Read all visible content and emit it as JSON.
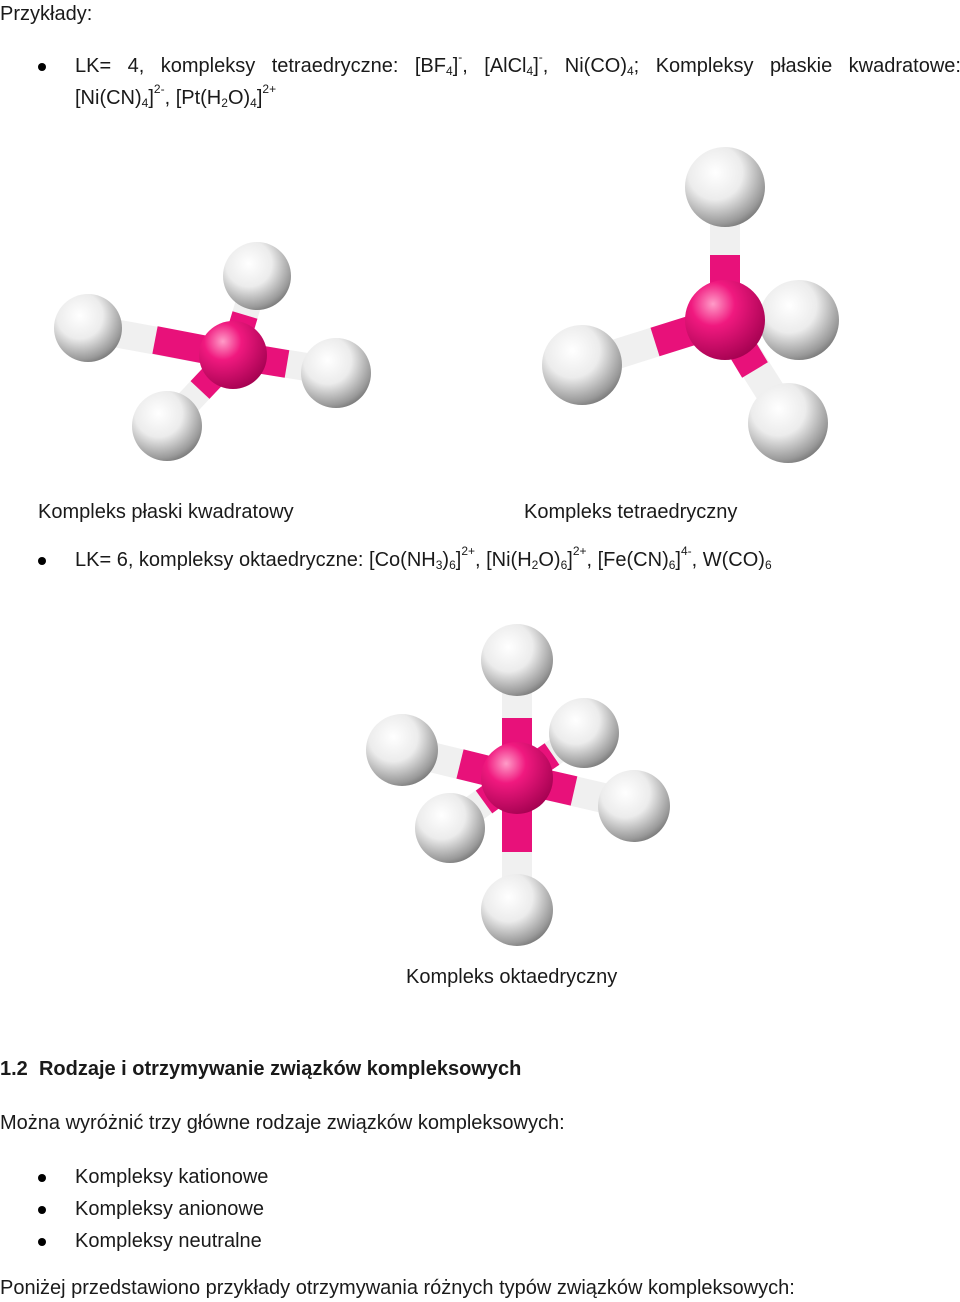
{
  "intro_label": "Przykłady:",
  "lk4": {
    "parts": [
      "LK=",
      "4,",
      "kompleksy",
      "tetraedryczne:",
      "[BF",
      "4",
      "]",
      "-",
      ",",
      "[AlCl",
      "4",
      "]",
      "-",
      ",",
      "Ni(CO)",
      "4",
      ";",
      "Kompleksy",
      "płaskie",
      "kwadratowe:"
    ],
    "line2": {
      "a": "[Ni(CN)",
      "a_sub": "4",
      "a_close": "]",
      "a_sup": "2-",
      "sep": ", [Pt(H",
      "b_sub": "2",
      "b_mid": "O)",
      "b_sub2": "4",
      "b_close": "]",
      "b_sup": "2+"
    }
  },
  "captions": {
    "square_planar": "Kompleks płaski kwadratowy",
    "tetrahedral": "Kompleks tetraedryczny",
    "octahedral": "Kompleks oktaedryczny"
  },
  "lk6": {
    "prefix": "LK= 6, kompleksy oktaedryczne: [Co(NH",
    "s1": "3",
    "m1": ")",
    "s2": "6",
    "m2": "]",
    "p1": "2+",
    "m3": ", [Ni(H",
    "s3": "2",
    "m4": "O)",
    "s4": "6",
    "m5": "]",
    "p2": "2+",
    "m6": ", [Fe(CN)",
    "s5": "6",
    "m7": "]",
    "p3": "4-",
    "m8": ", W(CO)",
    "s6": "6"
  },
  "section": {
    "number": "1.2",
    "title": "Rodzaje i otrzymywanie związków kompleksowych",
    "intro": "Można wyróżnić trzy główne rodzaje związków kompleksowych:",
    "items": [
      "Kompleksy kationowe",
      "Kompleksy anionowe",
      "Kompleksy neutralne"
    ],
    "footer": "Poniżej przedstawiono przykłady otrzymywania różnych typów związków kompleksowych:"
  },
  "colors": {
    "central_atom": "#e8117a",
    "ligand": "#e9e9e9",
    "bond_white": "#f2f2f2"
  }
}
